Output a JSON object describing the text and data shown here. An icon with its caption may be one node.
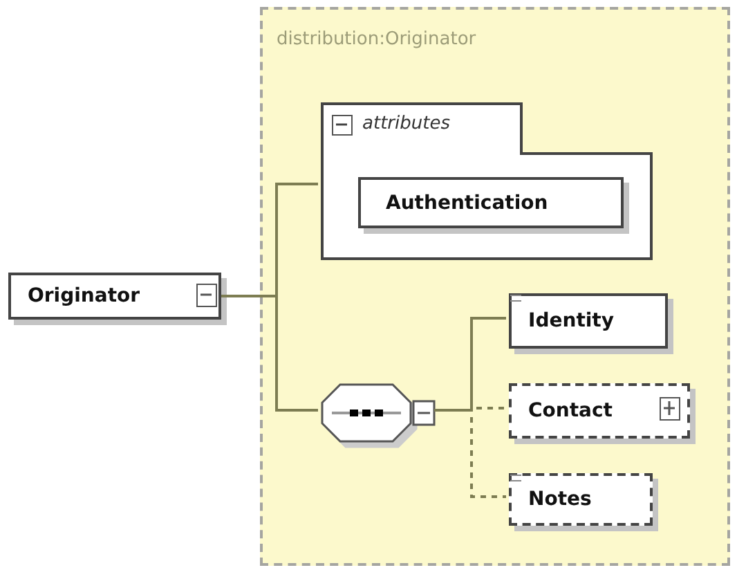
{
  "diagram": {
    "nodes": [
      {
        "text": [
          "distribution:Originator"
        ]
      },
      {
        "text": [
          "attributes"
        ],
        "in": 0
      },
      {
        "text": [
          "Authentication"
        ],
        "in": 1
      },
      {
        "text": [
          "Originator"
        ]
      },
      {
        "text": [],
        "shape": "octagon",
        "in": 0
      },
      {
        "text": [
          "Identity"
        ],
        "in": 0
      },
      {
        "text": [
          "Contact"
        ],
        "in": 0
      },
      {
        "text": [
          "Notes"
        ],
        "in": 0
      }
    ],
    "edges": [
      {
        "from": 3,
        "to": 1,
        "arrow": "none"
      },
      {
        "from": 3,
        "to": 4,
        "arrow": "none"
      },
      {
        "from": 4,
        "to": 5,
        "arrow": "none"
      },
      {
        "from": 4,
        "to": 6,
        "arrow": "none",
        "style": "dashed"
      },
      {
        "from": 4,
        "to": 7,
        "arrow": "none",
        "style": "dashed"
      }
    ]
  }
}
